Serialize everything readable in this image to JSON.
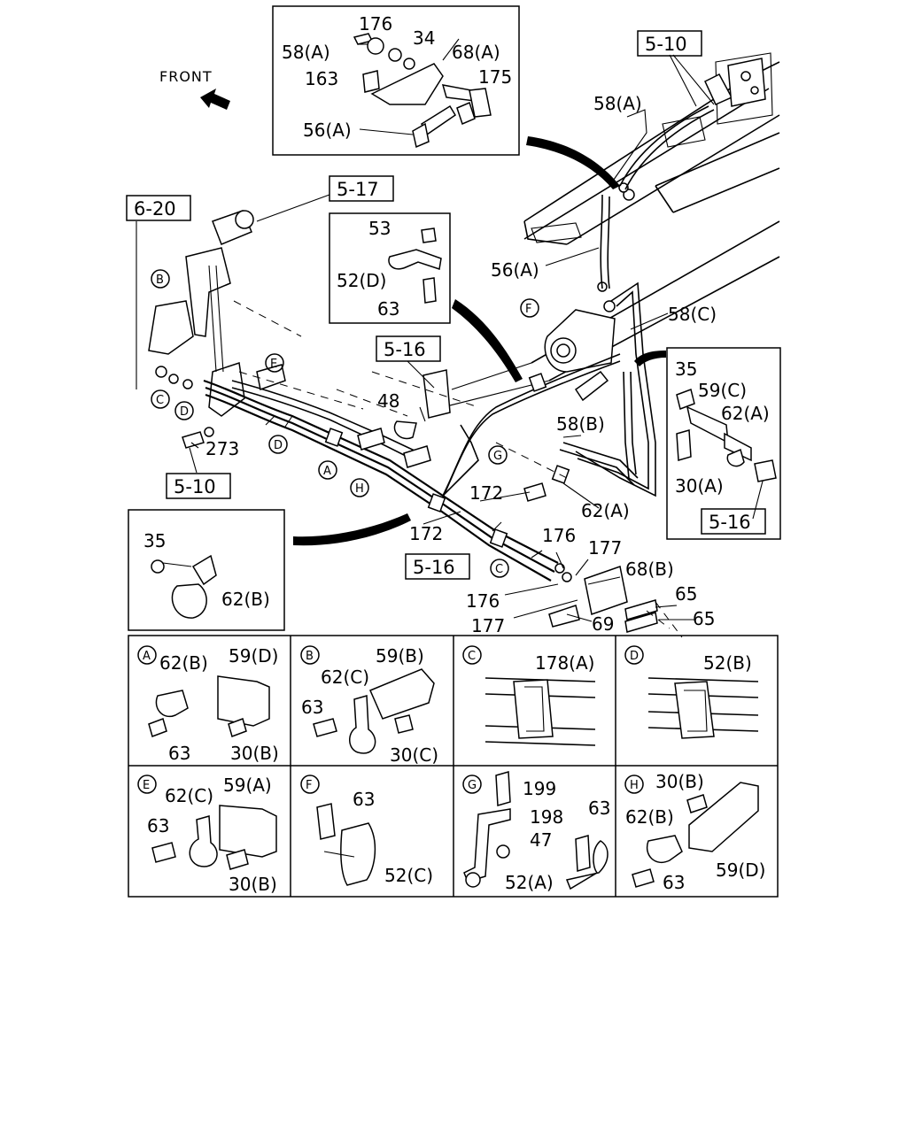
{
  "direction_label": "FRONT",
  "refs": {
    "r_5_10_top": "5-10",
    "r_5_17": "5-17",
    "r_6_20": "6-20",
    "r_5_16_mid": "5-16",
    "r_5_10_left": "5-10",
    "r_5_16_low": "5-16",
    "r_5_16_right": "5-16"
  },
  "main_labels": [
    "176",
    "34",
    "58(A)",
    "68(A)",
    "163",
    "175",
    "56(A)",
    "58(A)",
    "53",
    "52(D)",
    "63",
    "56(A)",
    "58(C)",
    "48",
    "273",
    "58(B)",
    "35",
    "59(C)",
    "62(A)",
    "30(A)",
    "172",
    "172",
    "62(A)",
    "35",
    "62(B)",
    "176",
    "177",
    "68(B)",
    "176",
    "177",
    "65",
    "65",
    "69"
  ],
  "callout_letters": [
    "B",
    "E",
    "C",
    "D",
    "D",
    "A",
    "H",
    "G",
    "F",
    "C"
  ],
  "detail_panels": [
    {
      "letter": "A",
      "labels": [
        "62(B)",
        "59(D)",
        "63",
        "30(B)"
      ]
    },
    {
      "letter": "B",
      "labels": [
        "59(B)",
        "62(C)",
        "63",
        "30(C)"
      ]
    },
    {
      "letter": "C",
      "labels": [
        "178(A)"
      ]
    },
    {
      "letter": "D",
      "labels": [
        "52(B)"
      ]
    },
    {
      "letter": "E",
      "labels": [
        "59(A)",
        "62(C)",
        "63",
        "30(B)"
      ]
    },
    {
      "letter": "F",
      "labels": [
        "63",
        "52(C)"
      ]
    },
    {
      "letter": "G",
      "labels": [
        "199",
        "198",
        "63",
        "47",
        "52(A)"
      ]
    },
    {
      "letter": "H",
      "labels": [
        "30(B)",
        "62(B)",
        "59(D)",
        "63"
      ]
    }
  ]
}
